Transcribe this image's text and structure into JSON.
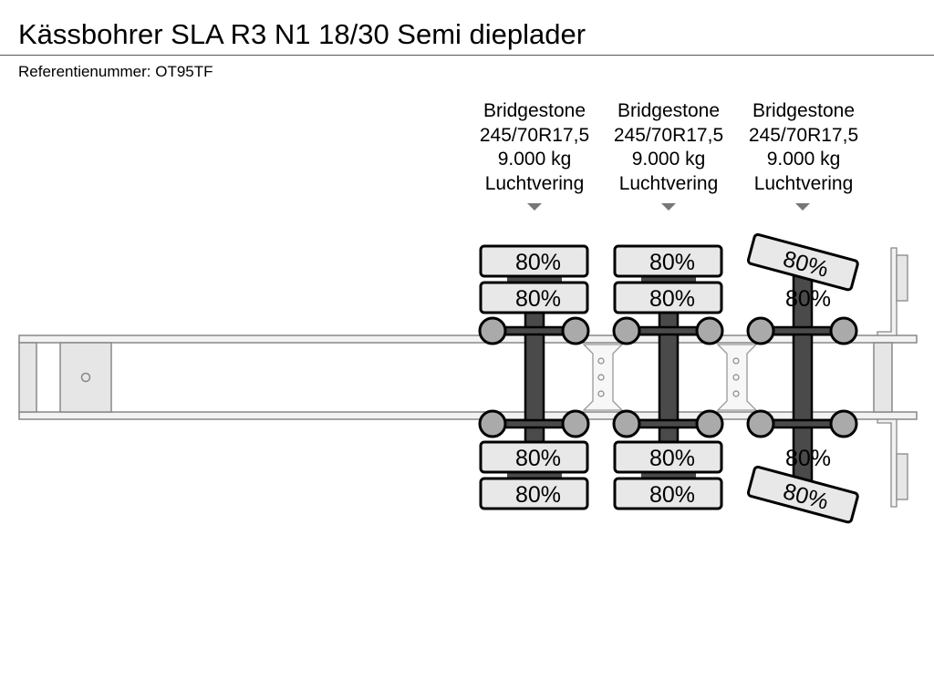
{
  "header": {
    "title": "Kässbohrer SLA R3 N1 18/30 Semi dieplader",
    "reference": "Referentienummer: OT95TF"
  },
  "axles": [
    {
      "brand": "Bridgestone",
      "tire_size": "245/70R17,5",
      "capacity": "9.000 kg",
      "suspension": "Luchtvering",
      "steering": false,
      "tires": {
        "top_outer": "80%",
        "top_inner": "80%",
        "bottom_inner": "80%",
        "bottom_outer": "80%"
      }
    },
    {
      "brand": "Bridgestone",
      "tire_size": "245/70R17,5",
      "capacity": "9.000 kg",
      "suspension": "Luchtvering",
      "steering": false,
      "tires": {
        "top_outer": "80%",
        "top_inner": "80%",
        "bottom_inner": "80%",
        "bottom_outer": "80%"
      }
    },
    {
      "brand": "Bridgestone",
      "tire_size": "245/70R17,5",
      "capacity": "9.000 kg",
      "suspension": "Luchtvering",
      "steering": true,
      "tires": {
        "top_outer": "80%",
        "top_inner": "80%",
        "bottom_inner": "80%",
        "bottom_outer": "80%"
      }
    }
  ],
  "colors": {
    "frame_fill": "#f2f2f2",
    "frame_stroke": "#888888",
    "axle_bar": "#4a4a4a",
    "hub_fill": "#aaaaaa",
    "tire_fill": "#e8e8e8",
    "marker": "#777777"
  }
}
